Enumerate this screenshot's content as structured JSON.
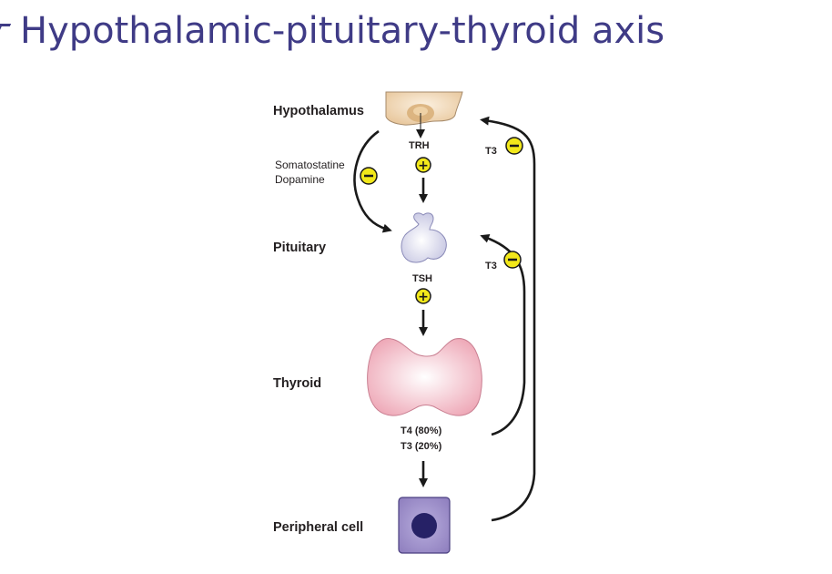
{
  "title": "Hypothalamic-pituitary-thyroid axis",
  "organs": {
    "hypothalamus": "Hypothalamus",
    "pituitary": "Pituitary",
    "thyroid": "Thyroid",
    "peripheral_cell": "Peripheral cell"
  },
  "hormones": {
    "trh": "TRH",
    "tsh": "TSH",
    "t4_output": "T4 (80%)",
    "t3_output": "T3 (20%)",
    "t3_feedback_hypothalamus": "T3",
    "t3_feedback_pituitary": "T3"
  },
  "inhibitors": {
    "somatostatine": "Somatostatine",
    "dopamine": "Dopamine"
  },
  "signs": {
    "stimulate": "+",
    "inhibit": "−"
  },
  "colors": {
    "title": "#3f3b86",
    "sign_badge_fill": "#f2e81a",
    "hypothalamus": "#f2d9b5",
    "pituitary": "#dcdcf0",
    "thyroid": "#f1b8c4",
    "cell": "#9b8cc6",
    "nucleus": "#262166"
  }
}
